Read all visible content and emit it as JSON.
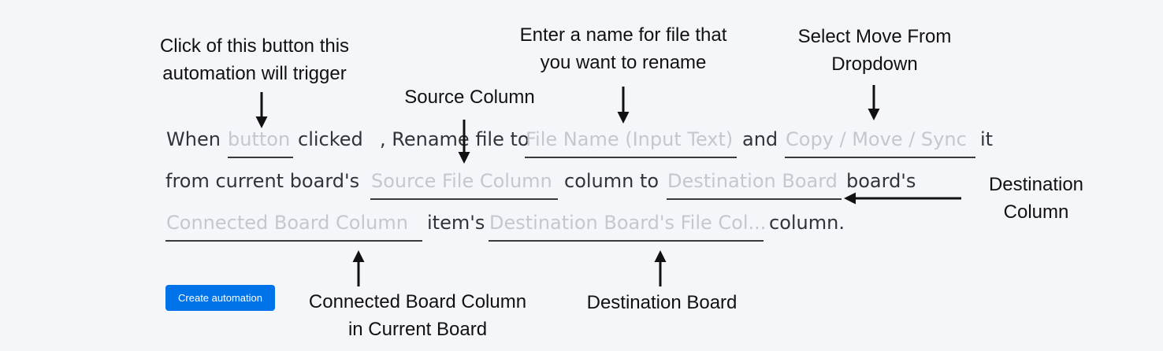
{
  "sentence": {
    "line1": {
      "when": "When",
      "button_field": "button",
      "clicked": "clicked",
      "rename": ", Rename file to",
      "file_name_field": "File Name (Input Text)",
      "and": "and",
      "copy_move_field": "Copy / Move / Sync",
      "it": "it"
    },
    "line2": {
      "from": "from current board's",
      "source_field": "Source File Column",
      "column_to": "column to",
      "destination_board_field": "Destination Board",
      "boards": "board's"
    },
    "line3": {
      "connected_field": "Connected Board Column",
      "items": "item's",
      "destination_file_field": "Destination Board's File Col...",
      "column": "column."
    }
  },
  "create_button": {
    "label": "Create automation"
  },
  "annotations": {
    "trigger": [
      "Click of this button this",
      "automation will trigger"
    ],
    "source": [
      "Source Column"
    ],
    "file_name": [
      "Enter a name for file that",
      "you want to rename"
    ],
    "move_from": [
      "Select Move From",
      "Dropdown"
    ],
    "destination_column": [
      "Destination",
      "Column"
    ],
    "connected": [
      "Connected Board Column",
      "in Current Board"
    ],
    "destination_board": [
      "Destination Board"
    ]
  },
  "colors": {
    "button": "#0073ea",
    "placeholder": "#c5c7d0",
    "text": "#323338",
    "background": "#f5f6fa"
  }
}
